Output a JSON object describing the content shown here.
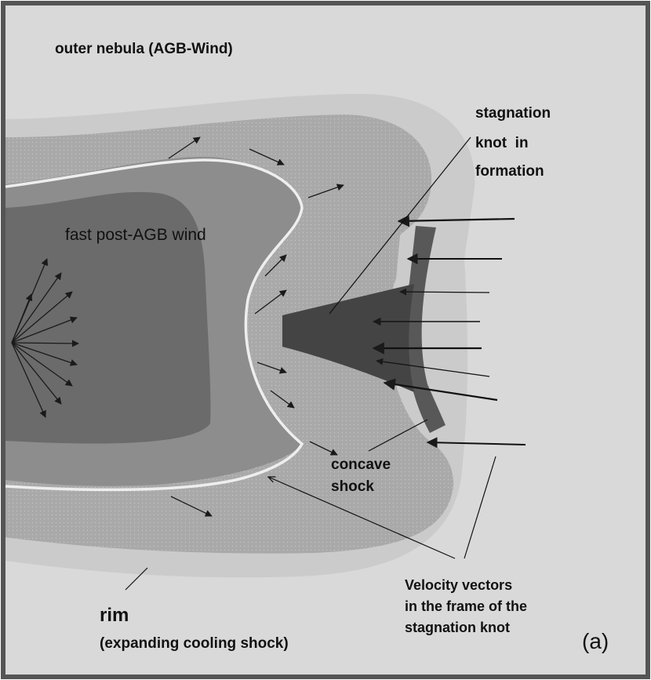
{
  "labels": {
    "outer_nebula": "outer nebula (AGB-Wind)",
    "stagnation_line1": "stagnation",
    "stagnation_line2": "knot  in",
    "stagnation_line3": "formation",
    "fast_wind": "fast post-AGB wind",
    "concave_line1": "concave",
    "concave_line2": "shock",
    "velocity_line1": "Velocity vectors",
    "velocity_line2": "in the frame of the",
    "velocity_line3": "stagnation knot",
    "rim_title": "rim",
    "rim_subtitle": "(expanding cooling shock)",
    "panel_label": "(a)"
  },
  "colors": {
    "background": "#d9d9d9",
    "halo": "#cbcbcb",
    "shell": "#a9a9a9",
    "inner_wind": "#8d8d8d",
    "core": "#6b6b6b",
    "knot": "#444444",
    "knot_tail": "#585858",
    "rim_line": "#eeeeee",
    "frame": "#555555"
  }
}
